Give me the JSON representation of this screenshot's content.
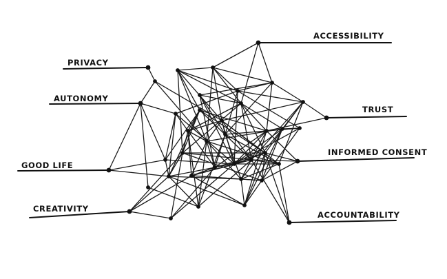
{
  "labels": {
    "accessibility": "ACCESSIBILITY",
    "privacy": "PRIVACY",
    "autonomy": "AUTONOMY",
    "trust": "TRUST",
    "good_life": "GOOD LIFE",
    "informed_consent": "INFORMED CONSENT",
    "creativity": "CREATIVITY",
    "accountability": "ACCOUNTABILITY"
  },
  "colors": {
    "ink": "#111111",
    "paper": "#ffffff"
  }
}
